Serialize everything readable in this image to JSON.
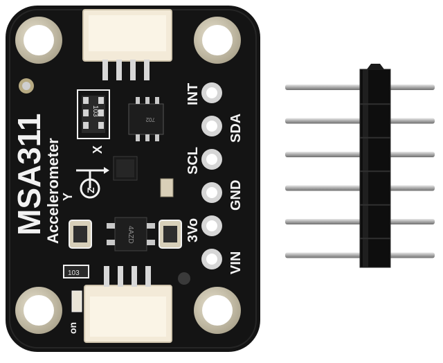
{
  "board": {
    "title": "MSA311",
    "subtitle": "Accelerometer",
    "pins": [
      "INT",
      "SDA",
      "SCL",
      "GND",
      "3Vo",
      "VIN"
    ],
    "axes": {
      "x": "X",
      "y": "Y",
      "z": "Z"
    },
    "chip_marks": {
      "eeprom": "103",
      "resistor": "103",
      "regulator": "4AZD",
      "sensor": "702"
    },
    "switch_label": "on"
  },
  "header_pins": {
    "count": 6
  },
  "colors": {
    "pcb": "#131313",
    "silkscreen": "#f2f2f2",
    "pad_gold": "#cfc7b0",
    "connector": "#f3ead8",
    "header_plastic": "#0e0e0e",
    "pin_metal": "#b9b9b9"
  }
}
